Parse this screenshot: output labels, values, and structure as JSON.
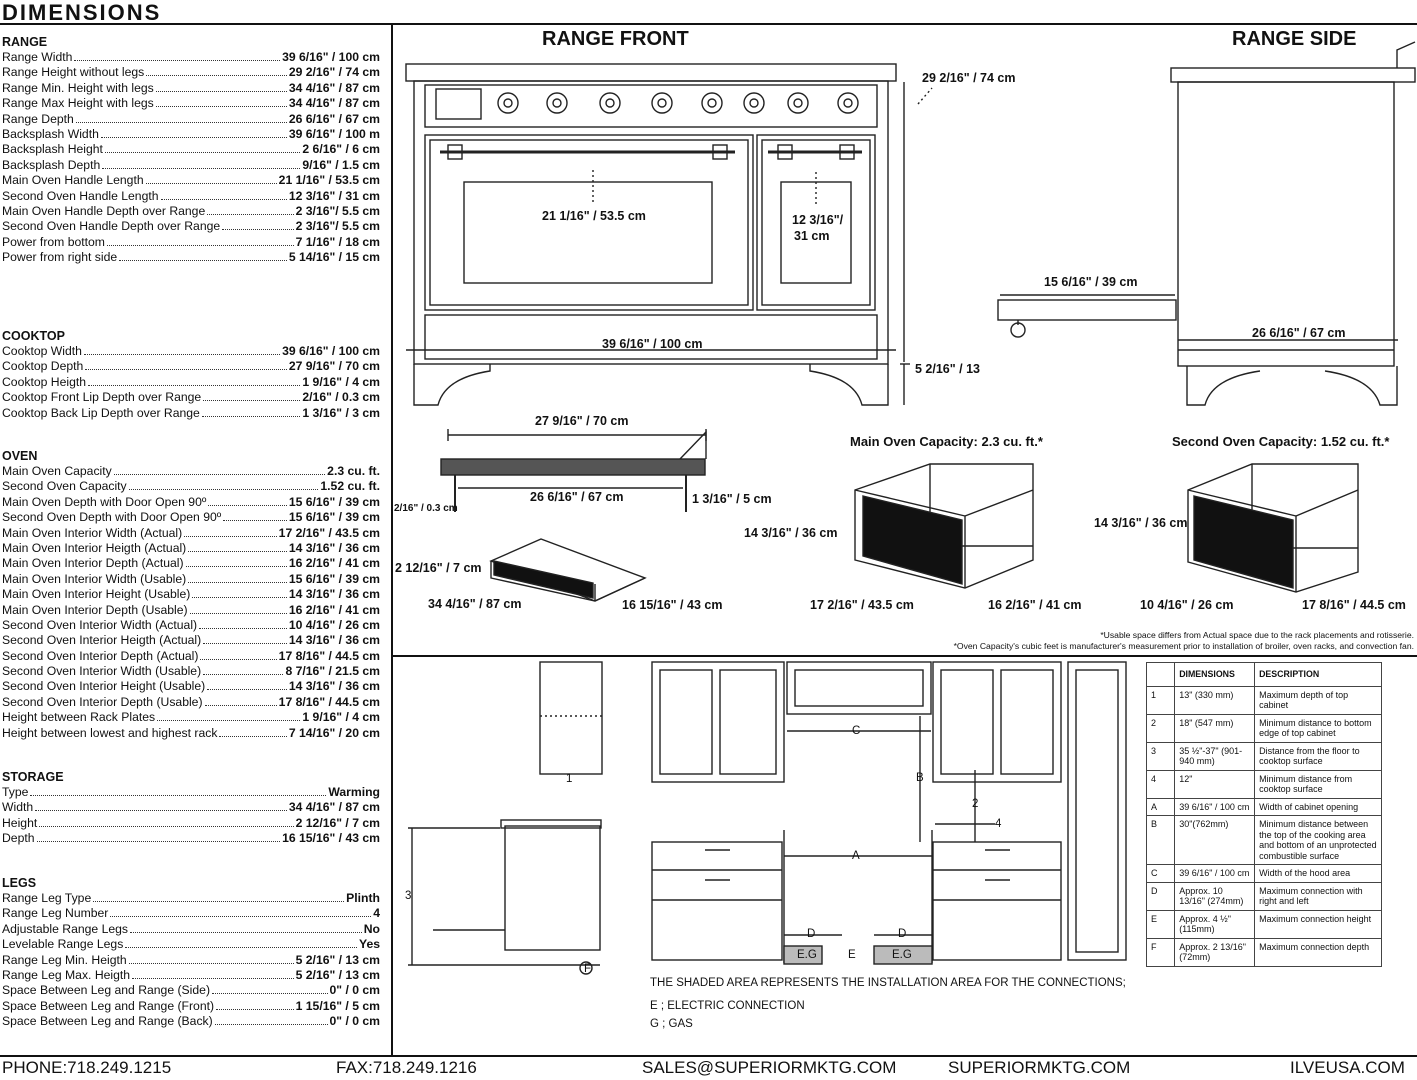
{
  "title": "DIMENSIONS",
  "sections": {
    "range": {
      "title": "RANGE",
      "rows": [
        {
          "label": "Range Width",
          "value": "39 6/16\" / 100 cm"
        },
        {
          "label": "Range Height without legs",
          "value": "29 2/16\" / 74 cm"
        },
        {
          "label": "Range Min. Height with legs",
          "value": "34 4/16\" / 87 cm"
        },
        {
          "label": "Range Max Height with legs",
          "value": "34 4/16\" / 87 cm"
        },
        {
          "label": "Range Depth",
          "value": "26 6/16\" / 67 cm"
        },
        {
          "label": "Backsplash Width",
          "value": "39 6/16\" / 100 m"
        },
        {
          "label": "Backsplash Height",
          "value": "2 6/16\" / 6 cm"
        },
        {
          "label": "Backsplash Depth",
          "value": "9/16\" / 1.5 cm"
        },
        {
          "label": "Main Oven Handle Length",
          "value": "21 1/16\" / 53.5 cm"
        },
        {
          "label": "Second Oven Handle Length",
          "value": "12 3/16\" / 31 cm"
        },
        {
          "label": "Main Oven Handle Depth over Range",
          "value": "2 3/16\"/ 5.5 cm"
        },
        {
          "label": "Second Oven Handle Depth over Range",
          "value": "2 3/16\"/ 5.5 cm"
        },
        {
          "label": "Power from bottom",
          "value": "7 1/16\" / 18 cm"
        },
        {
          "label": "Power from right side",
          "value": "5 14/16\" / 15 cm"
        }
      ]
    },
    "cooktop": {
      "title": "COOKTOP",
      "rows": [
        {
          "label": "Cooktop Width",
          "value": "39 6/16\" / 100 cm"
        },
        {
          "label": "Cooktop Depth",
          "value": "27 9/16\" / 70 cm"
        },
        {
          "label": "Cooktop Heigth",
          "value": "1 9/16\" / 4 cm"
        },
        {
          "label": "Cooktop Front Lip Depth over Range",
          "value": "2/16\" / 0.3 cm"
        },
        {
          "label": "Cooktop Back Lip Depth over Range",
          "value": "1 3/16\" / 3 cm"
        }
      ]
    },
    "oven": {
      "title": "OVEN",
      "rows": [
        {
          "label": "Main Oven Capacity",
          "value": "2.3 cu. ft."
        },
        {
          "label": "Second Oven Capacity",
          "value": "1.52 cu. ft."
        },
        {
          "label": "Main Oven Depth with Door Open 90º",
          "value": "15 6/16\" / 39 cm"
        },
        {
          "label": "Second Oven Depth with Door Open 90º",
          "value": "15 6/16\" / 39 cm"
        },
        {
          "label": "Main Oven Interior Width (Actual)",
          "value": "17 2/16\" / 43.5 cm"
        },
        {
          "label": "Main Oven Interior Heigth (Actual)",
          "value": "14 3/16\" / 36 cm"
        },
        {
          "label": "Main Oven Interior Depth (Actual)",
          "value": "16 2/16\" / 41 cm"
        },
        {
          "label": "Main Oven Interior Width (Usable)",
          "value": "15 6/16\" / 39 cm"
        },
        {
          "label": "Main Oven Interior Height (Usable)",
          "value": "14 3/16\" / 36 cm"
        },
        {
          "label": "Main Oven Interior Depth (Usable)",
          "value": "16 2/16\" / 41 cm"
        },
        {
          "label": "Second Oven Interior Width (Actual)",
          "value": "10 4/16\" / 26 cm"
        },
        {
          "label": "Second Oven Interior Heigth (Actual)",
          "value": "14 3/16\" / 36 cm"
        },
        {
          "label": "Second Oven Interior Depth (Actual)",
          "value": "17 8/16\" / 44.5 cm"
        },
        {
          "label": "Second Oven Interior Width (Usable)",
          "value": "8 7/16\" / 21.5 cm"
        },
        {
          "label": " Second Oven Interior Height (Usable)",
          "value": "14 3/16\" / 36 cm"
        },
        {
          "label": "Second Oven Interior Depth (Usable)",
          "value": "17 8/16\" / 44.5 cm"
        },
        {
          "label": "Height between Rack Plates",
          "value": "1 9/16\" / 4 cm"
        },
        {
          "label": "Height between lowest and highest rack",
          "value": "7 14/16\" / 20 cm"
        }
      ]
    },
    "storage": {
      "title": "STORAGE",
      "rows": [
        {
          "label": "Type",
          "value": "Warming"
        },
        {
          "label": "Width",
          "value": "34 4/16\" / 87 cm"
        },
        {
          "label": "Height",
          "value": "2 12/16\" / 7 cm"
        },
        {
          "label": "Depth",
          "value": "16 15/16\" / 43 cm"
        }
      ]
    },
    "legs": {
      "title": "LEGS",
      "rows": [
        {
          "label": "Range Leg Type",
          "value": "Plinth"
        },
        {
          "label": "Range Leg Number",
          "value": "4"
        },
        {
          "label": "Adjustable Range Legs",
          "value": "No"
        },
        {
          "label": "Levelable Range Legs",
          "value": "Yes"
        },
        {
          "label": "Range Leg Min. Heigth",
          "value": "5 2/16\" / 13 cm"
        },
        {
          "label": "Range Leg Max. Heigth",
          "value": "5 2/16\" / 13 cm"
        },
        {
          "label": "Space Between Leg and Range (Side)",
          "value": "0\" / 0 cm"
        },
        {
          "label": "Space Between Leg and Range (Front)",
          "value": "1 15/16\" / 5 cm"
        },
        {
          "label": "Space Between Leg and Range (Back)",
          "value": "0\" / 0 cm"
        }
      ]
    }
  },
  "drawing": {
    "range_front_title": "RANGE FRONT",
    "range_side_title": "RANGE SIDE",
    "dims": {
      "front_height": "29 2/16\" / 74 cm",
      "main_handle": "21 1/16\" / 53.5 cm",
      "second_handle_a": "12 3/16\"/",
      "second_handle_b": "31 cm",
      "width": "39 6/16\" / 100 cm",
      "leg": "5 2/16\" / 13",
      "door_open": "15 6/16\" / 39 cm",
      "side_depth": "26 6/16\" / 67 cm",
      "cooktop_depth": "27 9/16\" / 70 cm",
      "cooktop_inner": "26 6/16\" / 67 cm",
      "cooktop_front_lip": "2/16\" / 0.3 cm",
      "cooktop_back_lip": "1 3/16\" / 5 cm",
      "drawer_h": "2 12/16\" / 7 cm",
      "drawer_w": "34 4/16\" / 87 cm",
      "drawer_d": "16 15/16\" / 43 cm",
      "main_h": "14 3/16\" / 36 cm",
      "main_w": "17 2/16\" / 43.5 cm",
      "main_d": "16 2/16\" / 41 cm",
      "second_h": "14 3/16\" / 36 cm",
      "second_w": "10 4/16\" / 26 cm",
      "second_d": "17 8/16\" / 44.5 cm"
    },
    "main_capacity": "Main Oven Capacity: 2.3 cu. ft.*",
    "second_capacity": "Second Oven Capacity: 1.52 cu. ft.*",
    "note1": "*Usable space differs from Actual space due to the rack placements and rotisserie.",
    "note2": "*Oven Capacity's cubic feet is manufacturer's measurement prior to installation of broiler, oven racks, and convection fan.",
    "install_note": "THE SHADED AREA REPRESENTS THE INSTALLATION AREA FOR THE CONNECTIONS;",
    "electric": "E ; ELECTRIC CONNECTION",
    "gas": "G ; GAS",
    "eg": "E.G",
    "markers": {
      "one": "1",
      "two": "2",
      "three": "3",
      "four": "4",
      "a": "A",
      "b": "B",
      "c": "C",
      "d": "D",
      "e": "E",
      "f": "F"
    }
  },
  "table": {
    "headers": [
      "DIMENSIONS",
      "DESCRIPTION"
    ],
    "rows": [
      {
        "id": "1",
        "dim": "13\" (330 mm)",
        "desc": "Maximum depth of top cabinet"
      },
      {
        "id": "2",
        "dim": "18\" (547 mm)",
        "desc": "Minimum distance to bottom edge of top cabinet"
      },
      {
        "id": "3",
        "dim": "35 ½\"-37\" (901-940 mm)",
        "desc": "Distance from the floor to cooktop surface"
      },
      {
        "id": "4",
        "dim": "12\"",
        "desc": "Minimum distance from cooktop surface"
      },
      {
        "id": "A",
        "dim": "39 6/16\" / 100 cm",
        "desc": "Width of cabinet opening"
      },
      {
        "id": "B",
        "dim": "30\"(762mm)",
        "desc": "Minimum distance between the top of the cooking area and bottom of an unprotected combustible surface"
      },
      {
        "id": "C",
        "dim": "39 6/16\" / 100 cm",
        "desc": "Width of the hood area"
      },
      {
        "id": "D",
        "dim": "Approx. 10 13/16\" (274mm)",
        "desc": "Maximum connection with right and left"
      },
      {
        "id": "E",
        "dim": "Approx. 4 ½\" (115mm)",
        "desc": "Maximum connection height"
      },
      {
        "id": "F",
        "dim": "Approx. 2 13/16\" (72mm)",
        "desc": "Maximum connection depth"
      }
    ]
  },
  "footer": {
    "phone": "PHONE:718.249.1215",
    "fax": "FAX:718.249.1216",
    "email": "SALES@SUPERIORMKTG.COM",
    "site": "SUPERIORMKTG.COM",
    "brand": "ILVEUSA.COM"
  }
}
